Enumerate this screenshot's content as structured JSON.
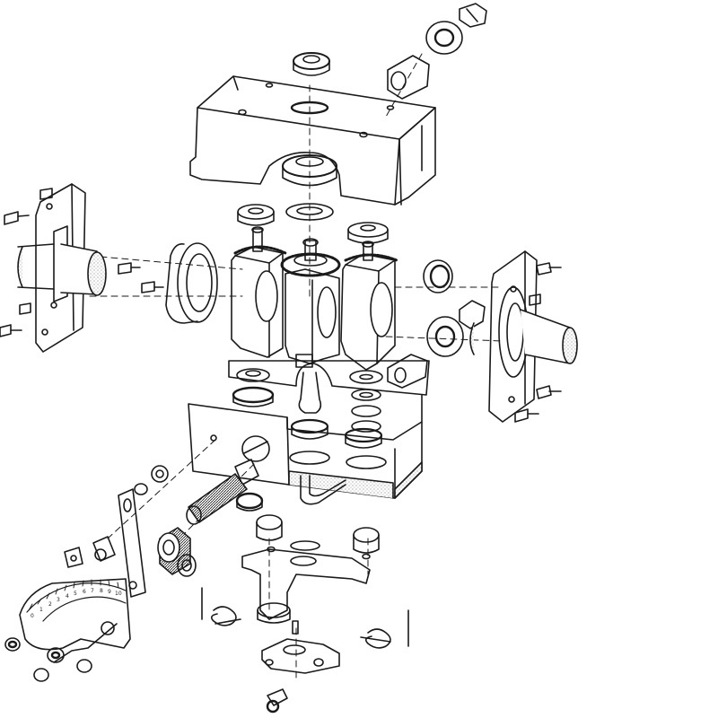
{
  "diagram": {
    "kind": "exploded assembly line drawing",
    "colors": {
      "ink": "#1a1a1a",
      "paper": "#ffffff",
      "shade": "#bdbdbd"
    }
  },
  "dial": {
    "scale_numbers": [
      "0",
      "1",
      "2",
      "3",
      "4",
      "5",
      "6",
      "7",
      "8",
      "9",
      "10"
    ]
  }
}
